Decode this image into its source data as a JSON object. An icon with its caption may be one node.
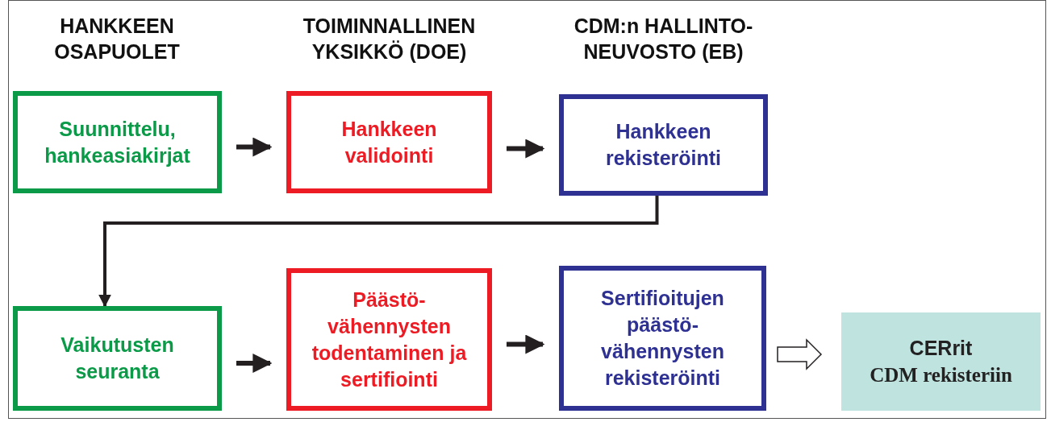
{
  "diagram": {
    "nodes": [
      {
        "text": [
          "Suunnittelu, hankeasiakirjat"
        ]
      },
      {
        "text": [
          "Hankkeen validointi"
        ]
      },
      {
        "text": [
          "Hankkeen rekisteröinti"
        ]
      },
      {
        "text": [
          "Vaikutusten seuranta"
        ]
      },
      {
        "text": [
          "Päästö-vähennysten todentaminen ja sertifiointi"
        ]
      },
      {
        "text": [
          "Sertifioitujen päästö-vähennysten rekisteröinti"
        ]
      },
      {
        "text": [
          "CERrit",
          "CDM rekisteriin"
        ]
      }
    ],
    "edges": [
      {
        "from": 0,
        "to": 1,
        "arrow": "to"
      },
      {
        "from": 1,
        "to": 2,
        "arrow": "to"
      },
      {
        "from": 2,
        "to": 3,
        "arrow": "to"
      },
      {
        "from": 3,
        "to": 4,
        "arrow": "to"
      },
      {
        "from": 4,
        "to": 5,
        "arrow": "to"
      },
      {
        "from": 5,
        "to": 6,
        "arrow": "to",
        "style": "dashed"
      }
    ],
    "labels": [
      "HANKKEEN OSAPUOLET",
      "TOIMINNALLINEN YKSIKKÖ (DOE)",
      "CDM:n HALLINTO-NEUVOSTO (EB)"
    ]
  }
}
